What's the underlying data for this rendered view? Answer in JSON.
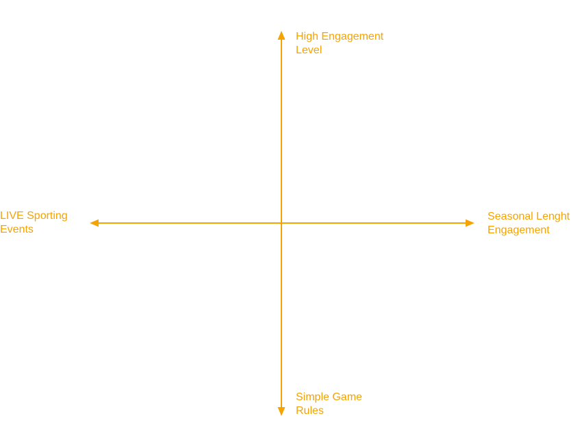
{
  "diagram": {
    "accent_color": "#f5a300",
    "axes": {
      "top": {
        "lines": [
          "High Engagement",
          "Level"
        ]
      },
      "bottom": {
        "lines": [
          "Simple Game",
          "Rules"
        ]
      },
      "left": {
        "lines": [
          "LIVE Sporting",
          "Events"
        ]
      },
      "right": {
        "lines": [
          "Seasonal Lenght",
          "Engagement"
        ]
      }
    }
  }
}
